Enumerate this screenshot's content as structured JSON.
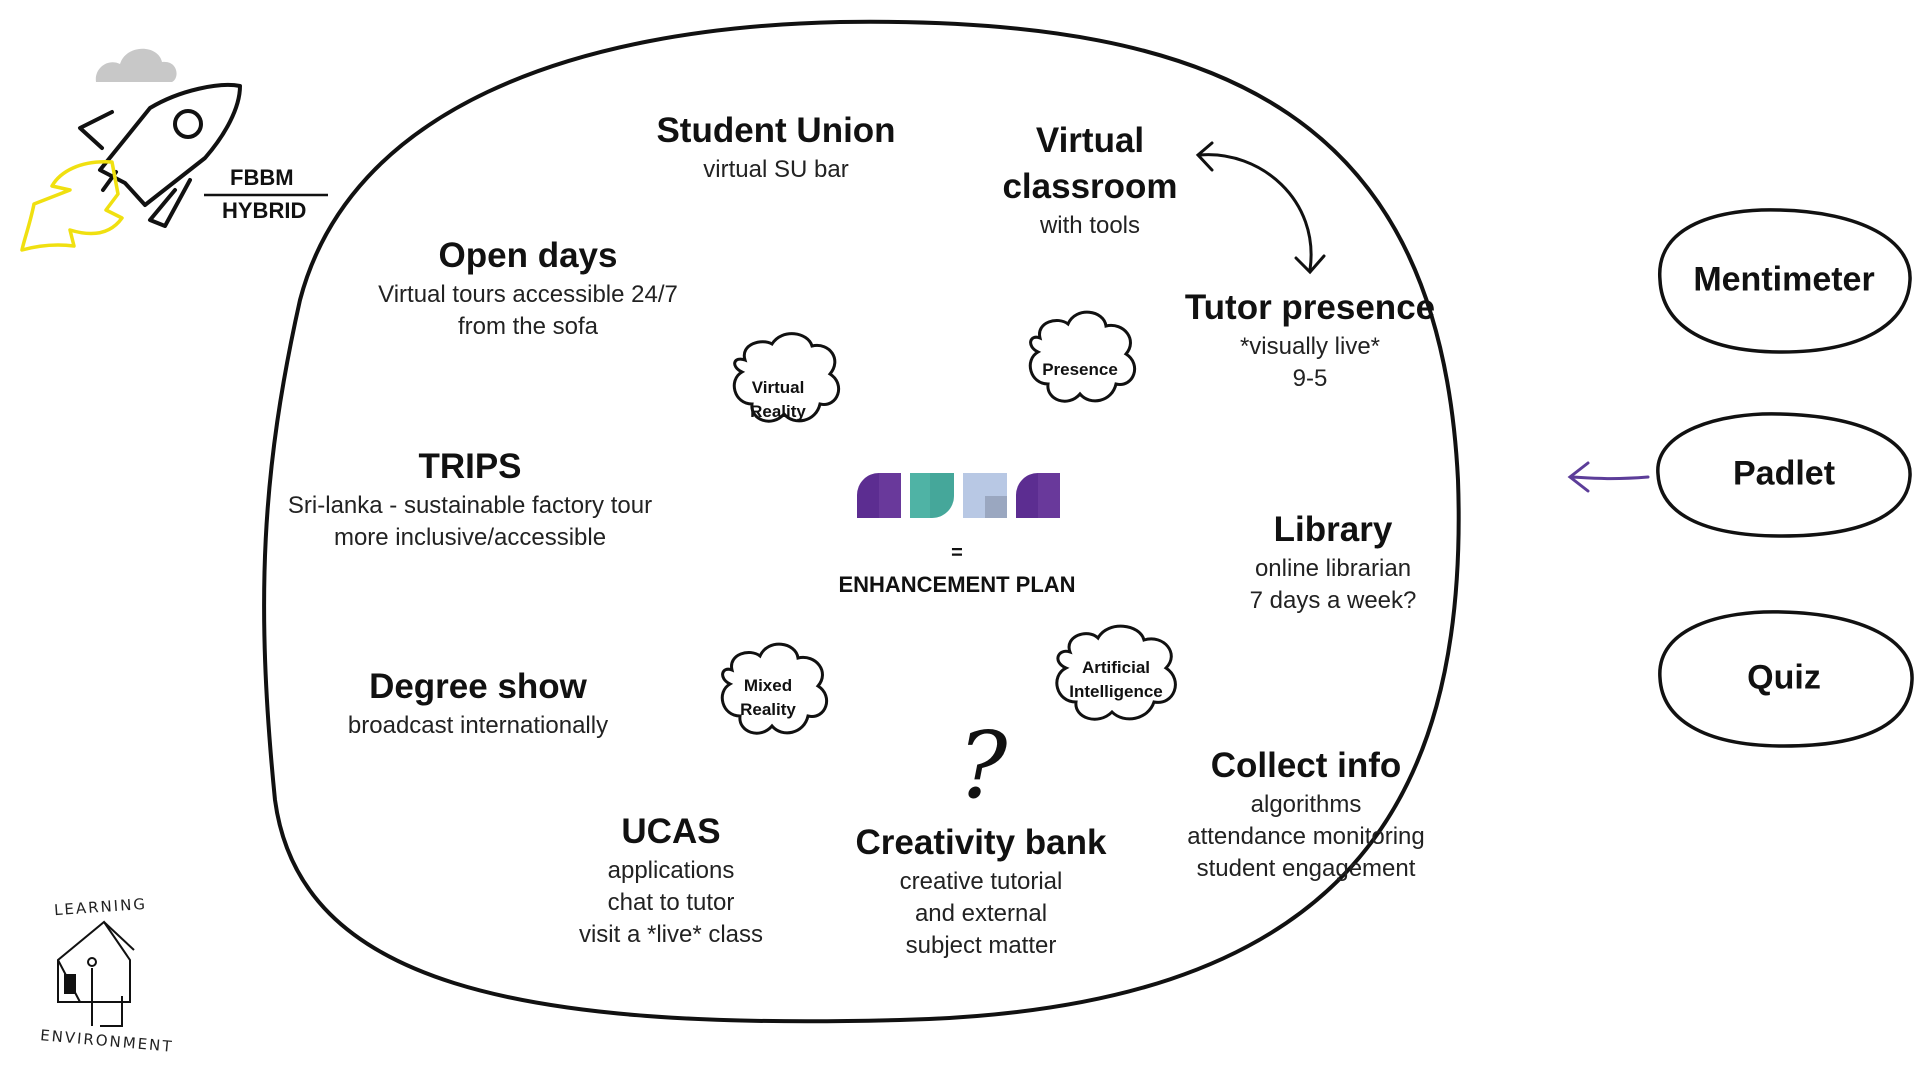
{
  "badge": {
    "top": "FBBM",
    "bottom": "HYBRID"
  },
  "blocks": {
    "student_union": {
      "title": "Student Union",
      "lines": [
        "virtual SU bar"
      ]
    },
    "virtual_classroom": {
      "title_line1": "Virtual",
      "title_line2": "classroom",
      "lines": [
        "with tools"
      ]
    },
    "open_days": {
      "title": "Open days",
      "lines": [
        "Virtual tours accessible 24/7",
        "from the sofa"
      ]
    },
    "tutor_presence": {
      "title": "Tutor presence",
      "lines": [
        "*visually live*",
        "9-5"
      ]
    },
    "trips": {
      "title": "TRIPS",
      "lines": [
        "Sri-lanka - sustainable factory tour",
        "more inclusive/accessible"
      ]
    },
    "library": {
      "title": "Library",
      "lines": [
        "online librarian",
        "7 days a week?"
      ]
    },
    "degree_show": {
      "title": "Degree show",
      "lines": [
        "broadcast internationally"
      ]
    },
    "collect_info": {
      "title": "Collect info",
      "lines": [
        "algorithms",
        "attendance monitoring",
        "student engagement"
      ]
    },
    "ucas": {
      "title": "UCAS",
      "lines": [
        "applications",
        "chat to tutor",
        "visit a *live* class"
      ]
    },
    "creativity_bank": {
      "title": "Creativity bank",
      "lines": [
        "creative tutorial",
        "and external",
        "subject matter"
      ]
    }
  },
  "clouds": {
    "virtual_reality": [
      "Virtual",
      "Reality"
    ],
    "presence": [
      "Presence"
    ],
    "mixed_reality": [
      "Mixed",
      "Reality"
    ],
    "artificial_intelligence": [
      "Artificial",
      "Intelligence"
    ]
  },
  "center": {
    "equals": "=",
    "label": "ENHANCEMENT PLAN"
  },
  "question_mark": "?",
  "tools": [
    "Mentimeter",
    "Padlet",
    "Quiz"
  ],
  "logo_text": {
    "top": "LEARNING",
    "bottom": "ENVIRONMENT"
  },
  "colors": {
    "logo_purple": "#5c2d91",
    "logo_teal": "#4fb3a5",
    "logo_light_blue": "#b8c8e4",
    "logo_grey_blue": "#9aa7c0",
    "arrow_purple": "#5c3d99",
    "flame_yellow": "#f0e010",
    "cloud_grey": "#c8c8c8"
  }
}
